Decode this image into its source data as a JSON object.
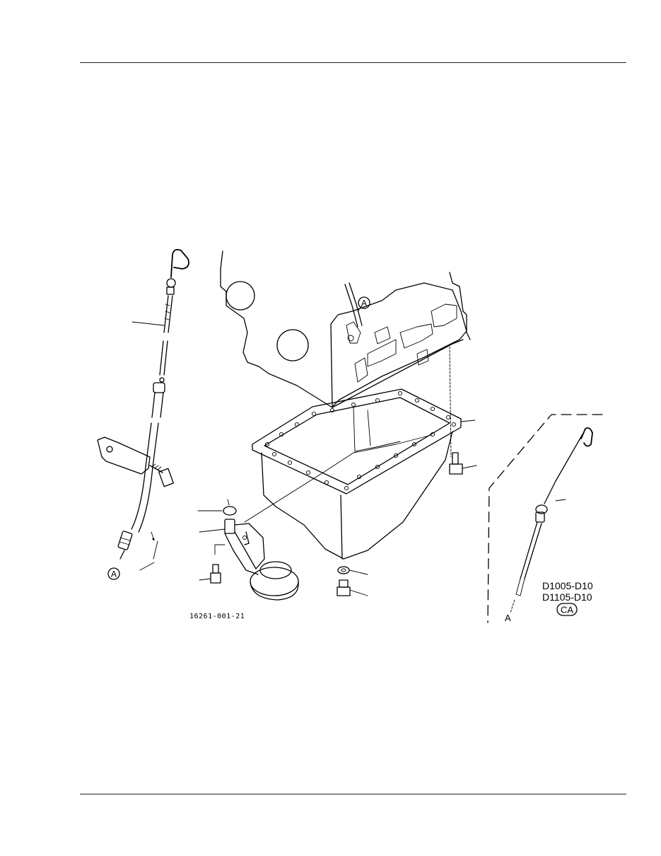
{
  "diagram": {
    "figure_number": "16261-001-21",
    "callouts": {
      "engine_ref": "A",
      "dipstick_ref": "A"
    },
    "inset": {
      "model_line1": "D1005-D10",
      "model_line2": "D1105-D10",
      "variant_code": "CA",
      "ref_letter": "A"
    }
  }
}
